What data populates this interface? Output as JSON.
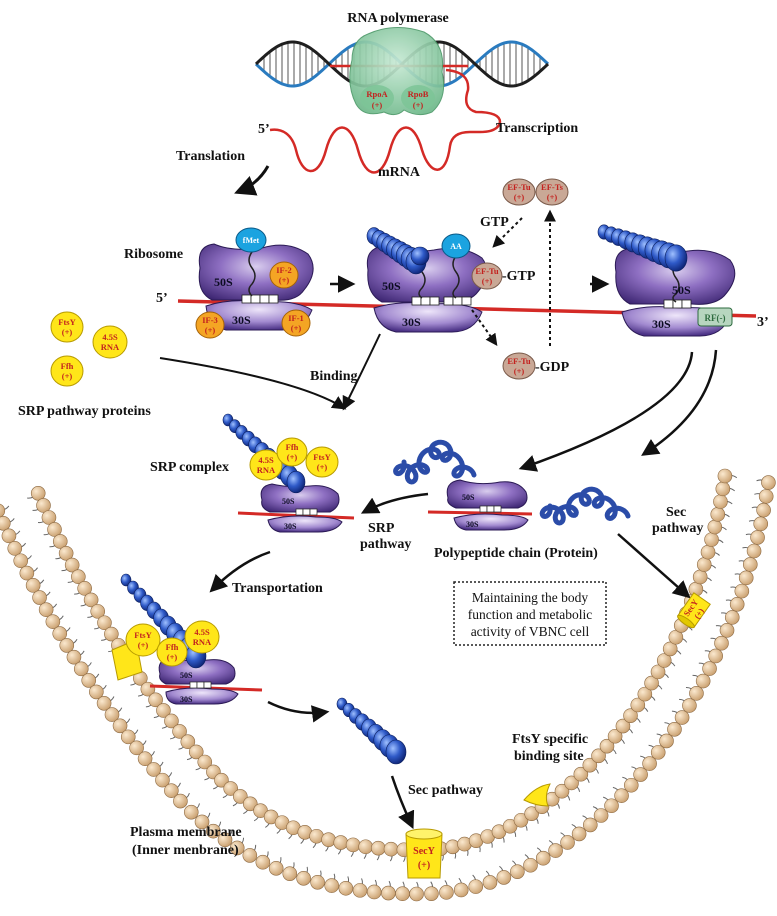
{
  "labels": {
    "rna_polymerase": "RNA polymerase",
    "rpoa": "RpoA",
    "rpob": "RpoB",
    "plus": "(+)",
    "minus": "(-)",
    "five_prime": "5’",
    "three_prime": "3’",
    "transcription": "Transcription",
    "mrna": "mRNA",
    "translation": "Translation",
    "ribosome": "Ribosome",
    "fmet": "fMet",
    "aa": "AA",
    "if1": "IF-1",
    "if2": "IF-2",
    "if3": "IF-3",
    "ef_tu": "EF-Tu",
    "ef_ts": "EF-Ts",
    "gtp": "GTP",
    "gtp_bond": "-GTP",
    "gdp_bond": "-GDP",
    "rf": "RF(-)",
    "s50": "50S",
    "s30": "30S",
    "ftsy": "FtsY",
    "ffh": "Ffh",
    "rna45_a": "4.5S",
    "rna45_b": "RNA",
    "srp_pathway_proteins": "SRP pathway proteins",
    "binding": "Binding",
    "srp_complex": "SRP complex",
    "srp_pathway_a": "SRP",
    "srp_pathway_b": "pathway",
    "polypeptide": "Polypeptide chain (Protein)",
    "sec_pathway_a": "Sec",
    "sec_pathway_b": "pathway",
    "sec_pathway": "Sec pathway",
    "transportation": "Transportation",
    "box_line1": "Maintaining the body",
    "box_line2": "function and metabolic",
    "box_line3": "activity of VBNC cell",
    "ftsy_site_a": "FtsY specific",
    "ftsy_site_b": "binding site",
    "plasma_a": "Plasma membrane",
    "plasma_b": "(Inner menbrane)",
    "secy": "SecY"
  },
  "colors": {
    "dna_blue": "#2a7bbf",
    "dna_black": "#1f1f1f",
    "mrna_red": "#d42a26",
    "polymerase_green": "#8fcfa6",
    "ribosome_purple": "#6a4a9c",
    "ribosome_light": "#b7a6dc",
    "factor_orange": "#f4a524",
    "fmet_blue": "#1ba3e0",
    "ef_tan": "#c9a896",
    "srp_yellow": "#ffe619",
    "peptide_blue": "#2b4ca8",
    "lipid_head": "#e6c49a",
    "label_red": "#c3221f"
  },
  "icons": [
    "dna-helix-icon",
    "polymerase-icon",
    "ribosome-icon",
    "polypeptide-icon",
    "lipid-bilayer-icon",
    "secy-channel-icon",
    "arrow-icon"
  ]
}
